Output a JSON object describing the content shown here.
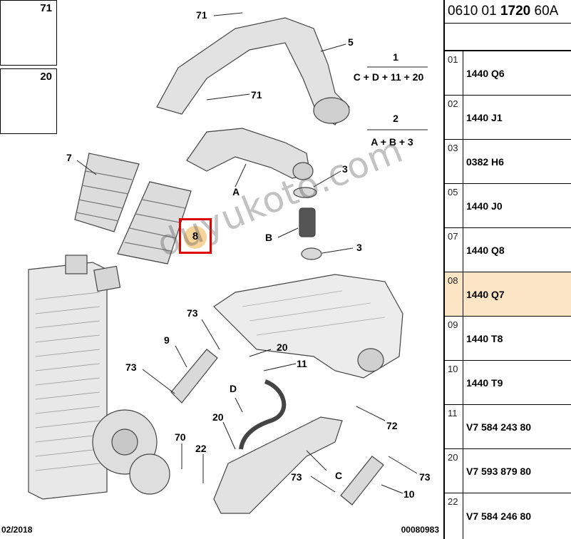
{
  "legend": [
    {
      "number": "71",
      "icon": "bolt-icon"
    },
    {
      "number": "20",
      "icon": "hose-clamp-icon"
    }
  ],
  "callouts": [
    "71",
    "5",
    "71",
    "7",
    "A",
    "3",
    "B",
    "3",
    "73",
    "9",
    "73",
    "20",
    "11",
    "D",
    "20",
    "70",
    "22",
    "72",
    "73",
    "C",
    "73",
    "10"
  ],
  "highlighted_callout": "8",
  "formulas": [
    {
      "number": "1",
      "expression": "C + D + 11 + 20"
    },
    {
      "number": "2",
      "expression": "A + B + 3"
    }
  ],
  "footer": {
    "date": "02/2018",
    "ref": "00080983"
  },
  "watermark": "duyukoto.com",
  "panel": {
    "header_prefix": "0610 01 ",
    "header_bold": "1720",
    "header_suffix": " 60A",
    "rows": [
      {
        "index": "01",
        "code": "1440 Q6"
      },
      {
        "index": "02",
        "code": "1440 J1"
      },
      {
        "index": "03",
        "code": "0382 H6"
      },
      {
        "index": "05",
        "code": "1440 J0"
      },
      {
        "index": "07",
        "code": "1440 Q8"
      },
      {
        "index": "08",
        "code": "1440 Q7"
      },
      {
        "index": "09",
        "code": "1440 T8"
      },
      {
        "index": "10",
        "code": "1440 T9"
      },
      {
        "index": "11",
        "code": "V7 584 243 80"
      },
      {
        "index": "20",
        "code": "V7 593 879 80"
      },
      {
        "index": "22",
        "code": "V7 584 246 80"
      }
    ],
    "selected_row": "08",
    "selected_color": "#fbe5c4"
  },
  "colors": {
    "highlight": "#e00000",
    "callout_dot": "#f6d49a"
  }
}
